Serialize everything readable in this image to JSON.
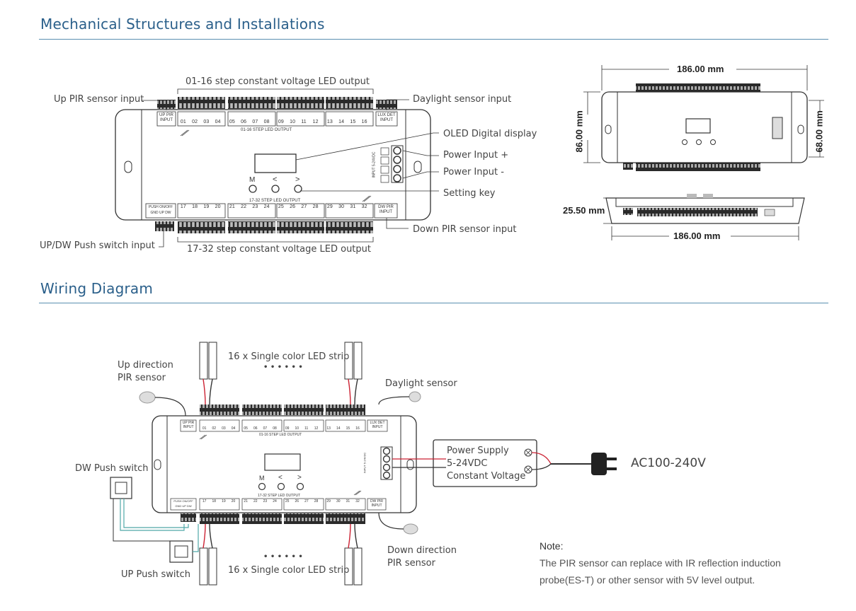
{
  "sections": {
    "mechanical": "Mechanical Structures and Installations",
    "wiring": "Wiring Diagram"
  },
  "mech_labels": {
    "output_top": "01-16 step constant voltage LED output",
    "output_bottom": "17-32 step constant voltage LED output",
    "up_pir": "Up PIR sensor input",
    "daylight": "Daylight sensor input",
    "oled": "OLED Digital display",
    "power_plus": "Power Input +",
    "power_minus": "Power Input -",
    "setting": "Setting key",
    "down_pir": "Down PIR sensor input",
    "push_switch": "UP/DW Push switch input"
  },
  "device": {
    "up_pir_term": "UP PIR INPUT",
    "lux_det_term": "LUX DET INPUT",
    "dw_pir_term": "DW PIR INPUT",
    "push_term": "PUSH ON/OFF",
    "push_pins": "GND UP DW",
    "top_channels": [
      "01",
      "02",
      "03",
      "04",
      "05",
      "06",
      "07",
      "08",
      "09",
      "10",
      "11",
      "12",
      "13",
      "14",
      "15",
      "16"
    ],
    "bottom_channels": [
      "17",
      "18",
      "19",
      "20",
      "21",
      "22",
      "23",
      "24",
      "25",
      "26",
      "27",
      "28",
      "29",
      "30",
      "31",
      "32"
    ],
    "top_output": "01-16 STEP LED OUTPUT",
    "bottom_output": "17-32 STEP LED OUTPUT",
    "buttons": [
      "M",
      "<",
      ">"
    ],
    "input_label": "INPUT 5-24VDC"
  },
  "dimensions": {
    "width_top": "186.00 mm",
    "height_left": "86.00 mm",
    "height_right": "68.00 mm",
    "depth": "25.50 mm",
    "width_side": "186.00 mm"
  },
  "wiring_labels": {
    "strip_top": "16 x Single color LED strip",
    "strip_bottom": "16 x Single color LED strip",
    "dots": "• • • • • •",
    "up_dir_1": "Up direction",
    "up_dir_2": "PIR sensor",
    "daylight": "Daylight sensor",
    "dw_switch": "DW Push switch",
    "up_switch": "UP Push switch",
    "down_dir_1": "Down direction",
    "down_dir_2": "PIR sensor",
    "ps_1": "Power Supply",
    "ps_2": "5-24VDC",
    "ps_3": "Constant Voltage",
    "ac": "AC100-240V"
  },
  "note": {
    "title": "Note:",
    "body": "The PIR sensor can replace with IR reflection induction probe(ES-T) or other sensor with 5V level output."
  }
}
